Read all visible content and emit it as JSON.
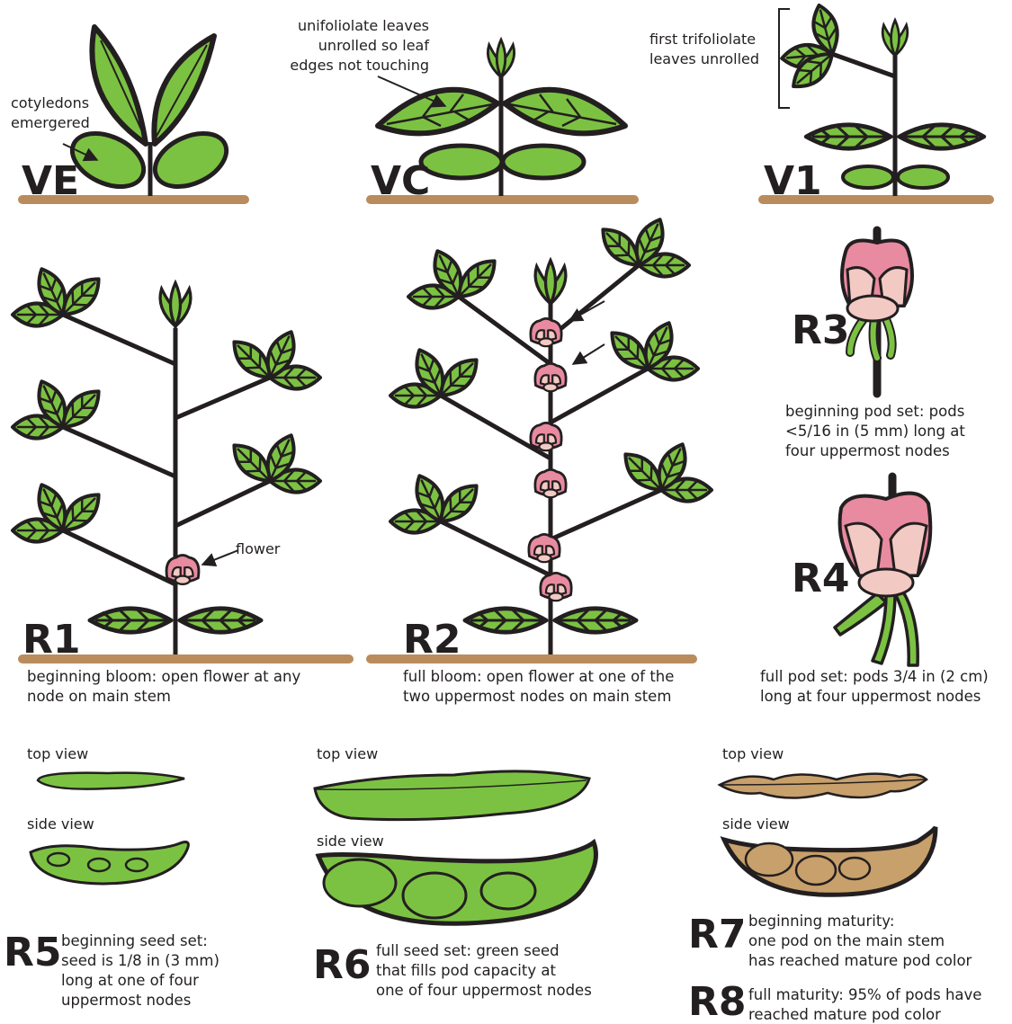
{
  "colors": {
    "leaf": "#7cc242",
    "outline": "#231f20",
    "soil": "#b98c5e",
    "petal_pink": "#e88aa0",
    "petal_light": "#f3c9c4",
    "mature_pod": "#c8a06b"
  },
  "stages": {
    "ve": {
      "label": "VE"
    },
    "vc": {
      "label": "VC"
    },
    "v1": {
      "label": "V1"
    },
    "r1": {
      "label": "R1"
    },
    "r2": {
      "label": "R2"
    },
    "r3": {
      "label": "R3"
    },
    "r4": {
      "label": "R4"
    },
    "r5": {
      "label": "R5"
    },
    "r6": {
      "label": "R6"
    },
    "r7": {
      "label": "R7"
    },
    "r8": {
      "label": "R8"
    }
  },
  "annotations": {
    "cotyledons": "cotyledons\nemergered",
    "unifoliolate": "unifoliolate leaves\nunrolled so leaf\nedges not touching",
    "trifoliolate": "first trifoliolate\nleaves unrolled",
    "flower": "flower"
  },
  "captions": {
    "r1": "beginning bloom: open flower at any\nnode on main stem",
    "r2": "full bloom: open flower at one of the\ntwo uppermost nodes on main stem",
    "r3": "beginning pod set: pods\n<5/16 in (5 mm) long at\nfour uppermost nodes",
    "r4": "full pod set: pods 3/4 in (2 cm)\nlong at four uppermost nodes",
    "r5": "beginning seed set:\nseed is 1/8 in (3 mm)\nlong at one of four\nuppermost nodes",
    "r6": "full seed set: green seed\nthat fills pod capacity at\none of four uppermost nodes",
    "r7": "beginning maturity:\none pod on the main stem\nhas reached mature pod color",
    "r8": "full maturity: 95% of pods have\nreached mature pod color"
  },
  "views": {
    "top": "top view",
    "side": "side view"
  }
}
